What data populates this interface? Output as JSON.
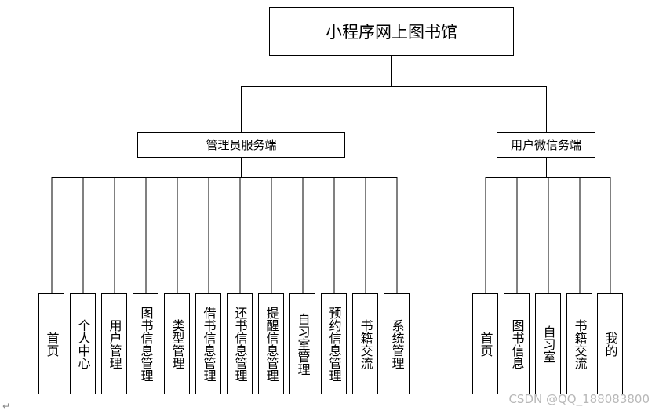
{
  "root": {
    "label": "小程序网上图书馆"
  },
  "branches": [
    {
      "label": "管理员服务端",
      "children": [
        "首页",
        "个人中心",
        "用户管理",
        "图书信息管理",
        "类型管理",
        "借书信息管理",
        "还书信息管理",
        "提醒信息管理",
        "自习室管理",
        "预约信息管理",
        "书籍交流",
        "系统管理"
      ]
    },
    {
      "label": "用户微信务端",
      "children": [
        "首页",
        "图书信息",
        "自习室",
        "书籍交流",
        "我的"
      ]
    }
  ],
  "watermark": "CSDN @QQ_188083800",
  "corner_mark": "↵"
}
